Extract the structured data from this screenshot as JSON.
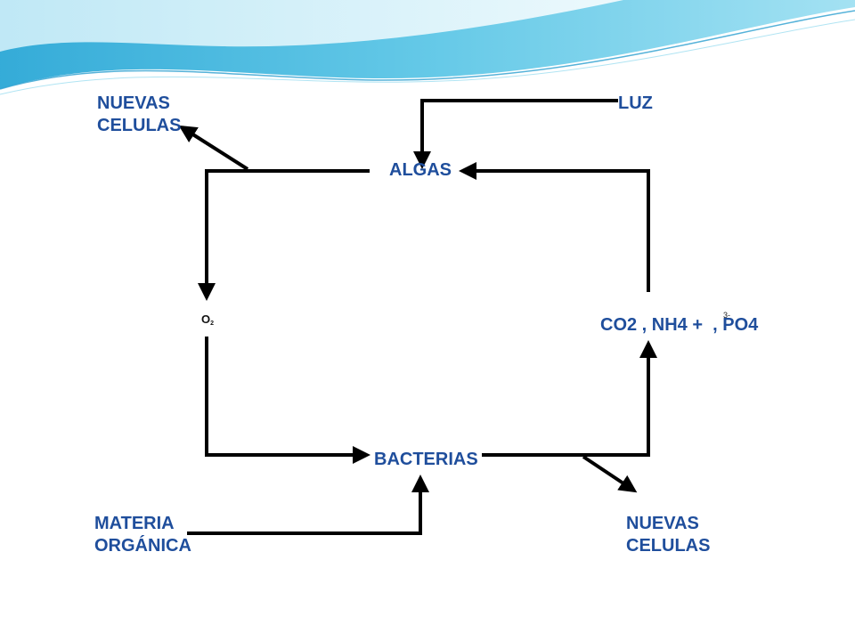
{
  "colors": {
    "label": "#1f4e9c",
    "arrow": "#000000",
    "banner_light": "#c9eef8",
    "banner_mid": "#7fd3ea",
    "banner_dark": "#3fb6dc"
  },
  "labels": {
    "nuevas_celulas_top": [
      "NUEVAS",
      "CELULAS"
    ],
    "luz": "LUZ",
    "algas": "ALGAS",
    "o2": "O",
    "o2_sub": "2",
    "nutrients": "CO2 , NH4 +  , PO4",
    "nutrients_superscript": "3-",
    "bacterias": "BACTERIAS",
    "materia_organica": [
      "MATERIA",
      "ORGÁNICA"
    ],
    "nuevas_celulas_bottom": [
      "NUEVAS",
      "CELULAS"
    ]
  }
}
